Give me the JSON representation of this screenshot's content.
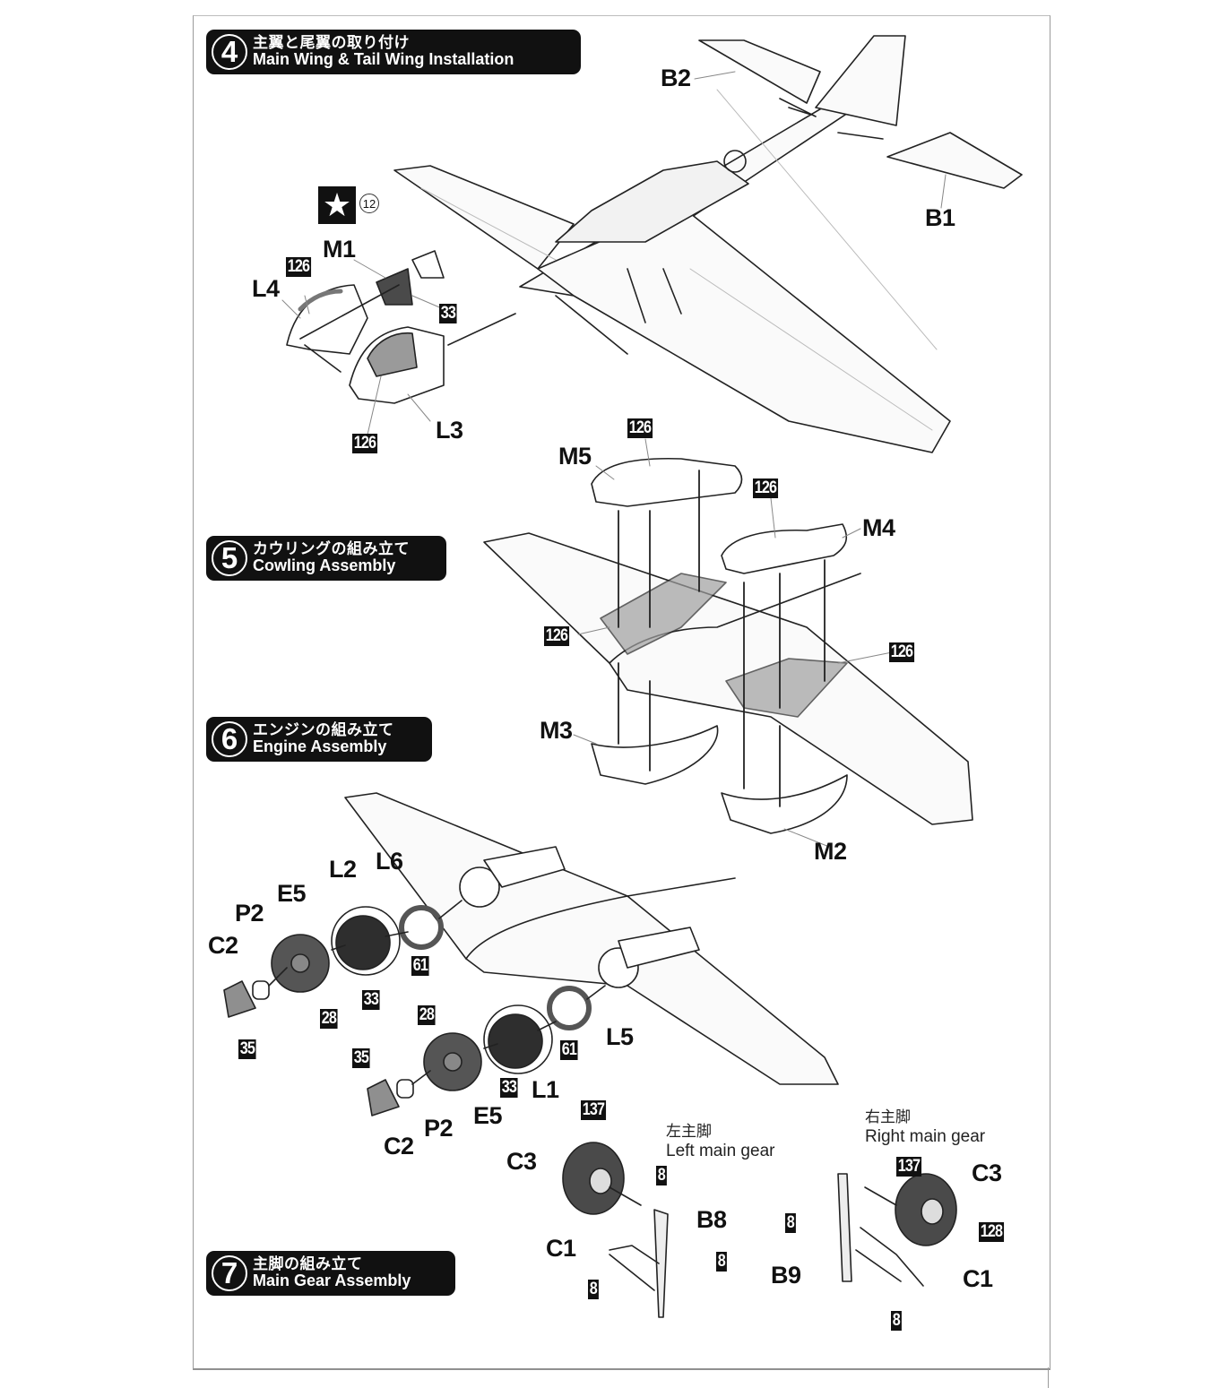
{
  "document": {
    "type": "model-kit-instructions",
    "steps": [
      {
        "number": "4",
        "title_jp": "主翼と尾翼の取り付け",
        "title_en": "Main Wing & Tail Wing Installation"
      },
      {
        "number": "5",
        "title_jp": "カウリングの組み立て",
        "title_en": "Cowling Assembly"
      },
      {
        "number": "6",
        "title_jp": "エンジンの組み立て",
        "title_en": "Engine Assembly"
      },
      {
        "number": "7",
        "title_jp": "主脚の組み立て",
        "title_en": "Main Gear Assembly"
      }
    ],
    "step4": {
      "parts": {
        "b2": "B2",
        "b1": "B1",
        "m1": "M1",
        "l4": "L4",
        "l3": "L3"
      },
      "paints": {
        "l4_paint": "126",
        "m1_paint": "33",
        "l3_paint": "126"
      },
      "decal": {
        "icon": "star-icon",
        "number": "12"
      }
    },
    "step5": {
      "parts": {
        "m5": "M5",
        "m4": "M4",
        "m3": "M3",
        "m2": "M2"
      },
      "paints": {
        "m5_paint": "126",
        "m4_paint": "126",
        "left_wing_paint": "126",
        "right_wing_paint": "126"
      }
    },
    "step6": {
      "parts": {
        "upper": {
          "c2": "C2",
          "p2": "P2",
          "e5": "E5",
          "l2": "L2",
          "l6": "L6"
        },
        "lower": {
          "c2": "C2",
          "p2": "P2",
          "e5": "E5",
          "l1": "L1",
          "l5": "L5"
        }
      },
      "paints": {
        "upper": {
          "c2_paint": "35",
          "e5_paint": "28",
          "l2_paint": "33",
          "l6_paint": "61"
        },
        "lower": {
          "c2_paint": "35",
          "e5_paint": "28",
          "l1_paint": "33",
          "l5_paint": "61"
        }
      }
    },
    "step7": {
      "left_gear": {
        "caption_jp": "左主脚",
        "caption_en": "Left main gear",
        "parts": {
          "c3": "C3",
          "b8": "B8",
          "c1": "C1"
        },
        "paints": {
          "tire_paint": "137",
          "hub_paint": "8",
          "strut_paint": "8",
          "c1_paint": "8"
        }
      },
      "right_gear": {
        "caption_jp": "右主脚",
        "caption_en": "Right main gear",
        "parts": {
          "c3": "C3",
          "b9": "B9",
          "c1": "C1"
        },
        "paints": {
          "tire_paint": "137",
          "hub_paint": "128",
          "strut_paint": "8",
          "c1_paint": "8"
        }
      }
    }
  }
}
